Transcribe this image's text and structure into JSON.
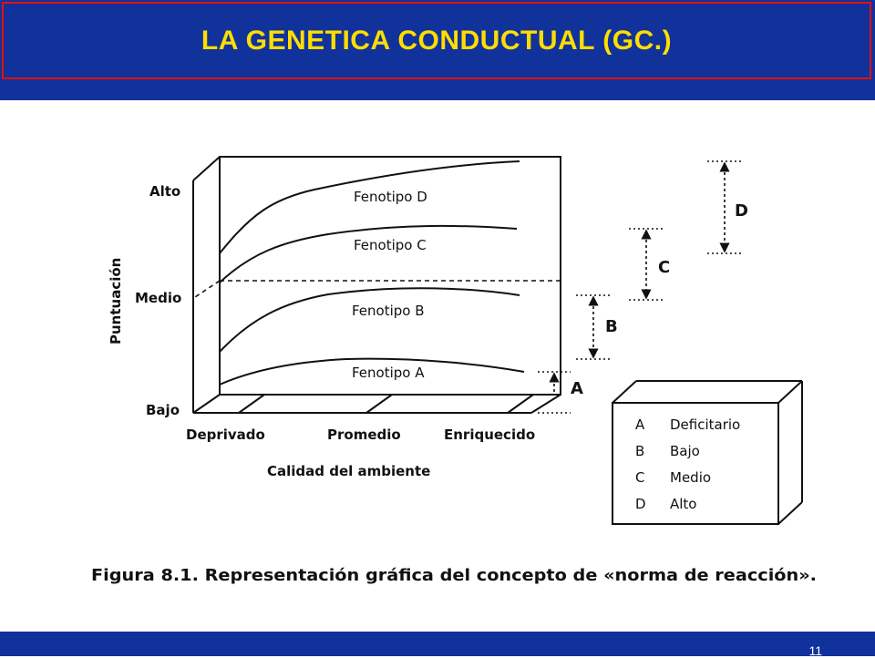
{
  "slide": {
    "title": "LA GENETICA CONDUCTUAL (GC.)",
    "page_number": "11",
    "colors": {
      "bar": "#10329a",
      "title": "#ffdd00",
      "border": "#e01010"
    }
  },
  "figure": {
    "y_axis_label": "Puntuación",
    "y_ticks": {
      "high": "Alto",
      "mid": "Medio",
      "low": "Bajo"
    },
    "x_ticks": {
      "left": "Deprivado",
      "mid": "Promedio",
      "right": "Enriquecido"
    },
    "x_axis_label": "Calidad del ambiente",
    "curves": {
      "d": "Fenotipo D",
      "c": "Fenotipo C",
      "b": "Fenotipo B",
      "a": "Fenotipo A"
    },
    "ranges": {
      "a": "A",
      "b": "B",
      "c": "C",
      "d": "D"
    },
    "legend": [
      {
        "letter": "A",
        "label": "Deficitario"
      },
      {
        "letter": "B",
        "label": "Bajo"
      },
      {
        "letter": "C",
        "label": "Medio"
      },
      {
        "letter": "D",
        "label": "Alto"
      }
    ],
    "caption": "Figura 8.1.  Representación gráfica del concepto de «norma de reacción»."
  }
}
